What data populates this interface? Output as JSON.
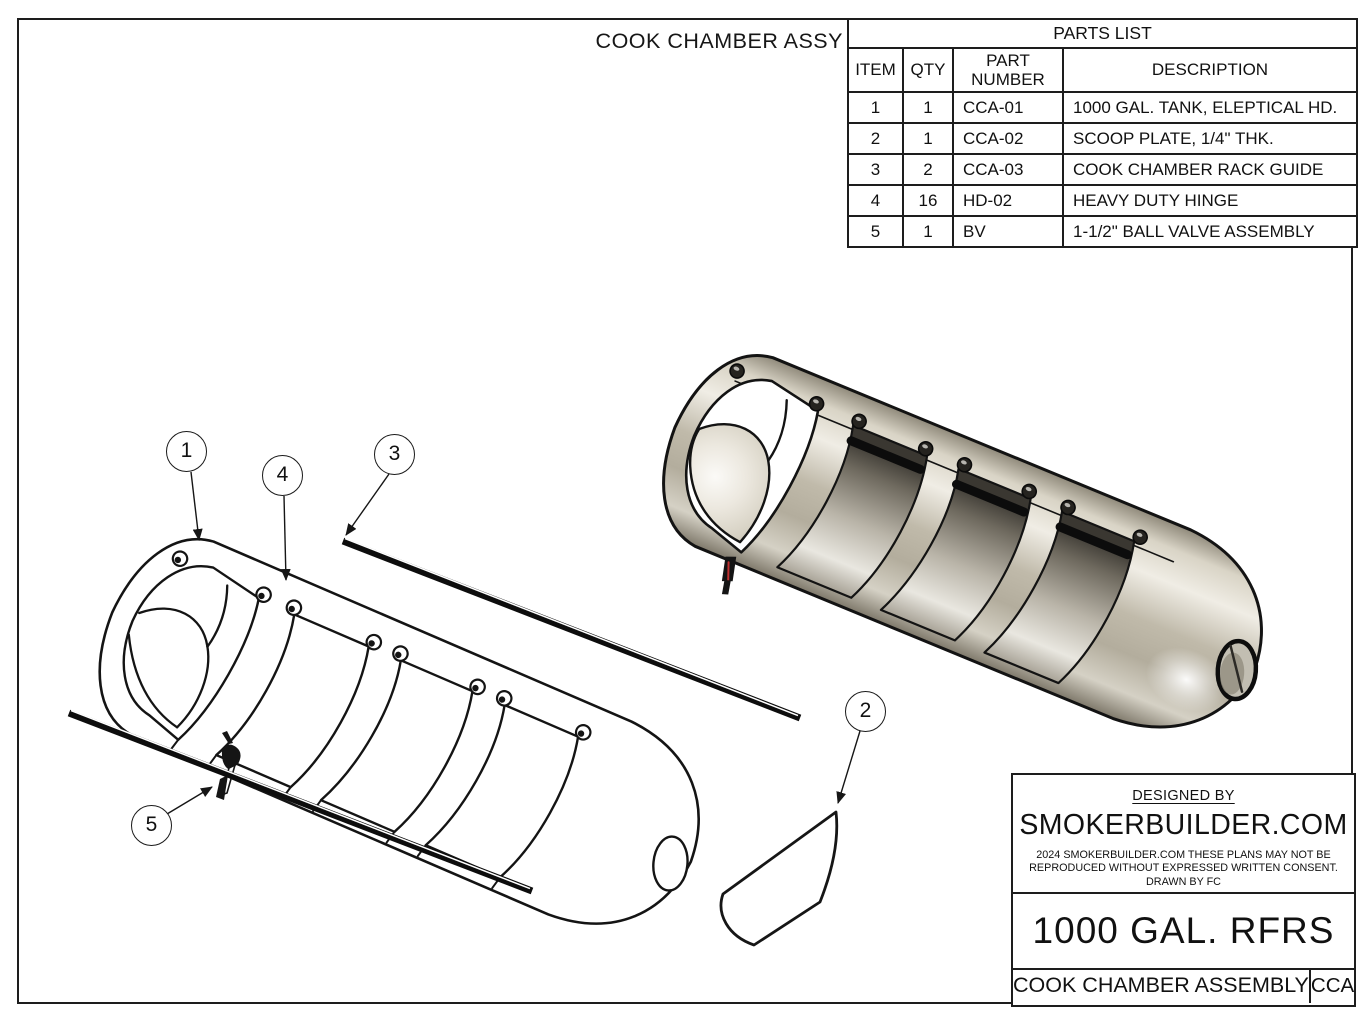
{
  "drawing_title": "COOK CHAMBER ASSY",
  "parts_list": {
    "title": "PARTS LIST",
    "headers": [
      "ITEM",
      "QTY",
      "PART NUMBER",
      "DESCRIPTION"
    ],
    "rows": [
      {
        "item": "1",
        "qty": "1",
        "part_number": "CCA-01",
        "description": "1000 GAL. TANK, ELEPTICAL HD."
      },
      {
        "item": "2",
        "qty": "1",
        "part_number": "CCA-02",
        "description": "SCOOP PLATE, 1/4\" THK."
      },
      {
        "item": "3",
        "qty": "2",
        "part_number": "CCA-03",
        "description": "COOK CHAMBER RACK GUIDE"
      },
      {
        "item": "4",
        "qty": "16",
        "part_number": "HD-02",
        "description": "HEAVY DUTY HINGE"
      },
      {
        "item": "5",
        "qty": "1",
        "part_number": "BV",
        "description": "1-1/2\" BALL VALVE ASSEMBLY"
      }
    ]
  },
  "title_block": {
    "designed_by_label": "DESIGNED BY",
    "company": "SMOKERBUILDER.COM",
    "notice": "2024 SMOKERBUILDER.COM THESE PLANS MAY NOT BE REPRODUCED WITHOUT EXPRESSED WRITTEN CONSENT.",
    "drawn_by": "DRAWN BY FC",
    "model": "1000 GAL. RFRS",
    "assembly_name": "COOK CHAMBER ASSEMBLY",
    "drawing_code": "CCA"
  },
  "balloons": {
    "b1": "1",
    "b2": "2",
    "b3": "3",
    "b4": "4",
    "b5": "5"
  },
  "colors": {
    "ink": "#141414",
    "tank_body_light": "#f0ede5",
    "tank_body_mid": "#c0baaa",
    "tank_body_dark": "#8f897a",
    "door_panel_dark": "#3a3731",
    "door_panel_light": "#e9e7e0",
    "valve_red": "#c03030"
  }
}
